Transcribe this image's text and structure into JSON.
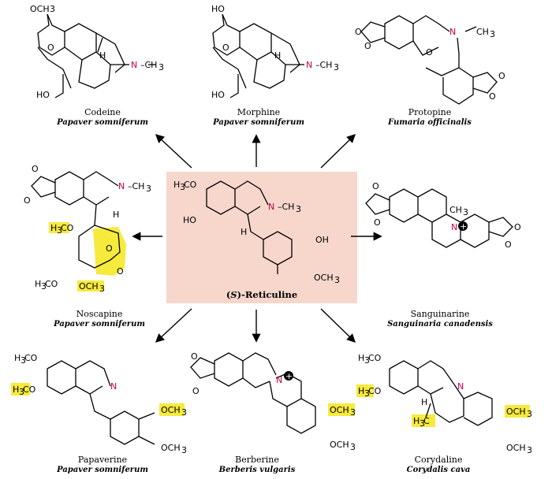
{
  "center": {
    "label_pre": "(",
    "label_s": "S",
    "label_post": ")-Reticuline"
  },
  "compounds": [
    {
      "id": "codeine",
      "name": "Codeine",
      "source": "Papaver somniferum"
    },
    {
      "id": "morphine",
      "name": "Morphine",
      "source": "Papaver somniferum"
    },
    {
      "id": "protopine",
      "name": "Protopine",
      "source": "Fumaria officinalis"
    },
    {
      "id": "noscapine",
      "name": "Noscapine",
      "source": "Papaver somniferum"
    },
    {
      "id": "sanguinarine",
      "name": "Sanguinarine",
      "source": "Sanguinaria canadensis"
    },
    {
      "id": "papaverine",
      "name": "Papaverine",
      "source": "Papaver somniferum"
    },
    {
      "id": "berberine",
      "name": "Berberine",
      "source": "Berberis vulgaris"
    },
    {
      "id": "corydaline",
      "name": "Corydaline",
      "source": "Corydalis cava"
    }
  ],
  "atoms": {
    "och3": "OCH",
    "h3co": "H",
    "ho": "HO",
    "oh": "OH",
    "n": "N",
    "ch3": "CH",
    "h": "H",
    "o": "O",
    "sub3": "3",
    "plus": "+",
    "co": "CO",
    "h3c": "H"
  },
  "colors": {
    "highlight": "#f6ea3c",
    "center_bg": "#f7d6cc",
    "nitrogen": "#c8004b"
  }
}
